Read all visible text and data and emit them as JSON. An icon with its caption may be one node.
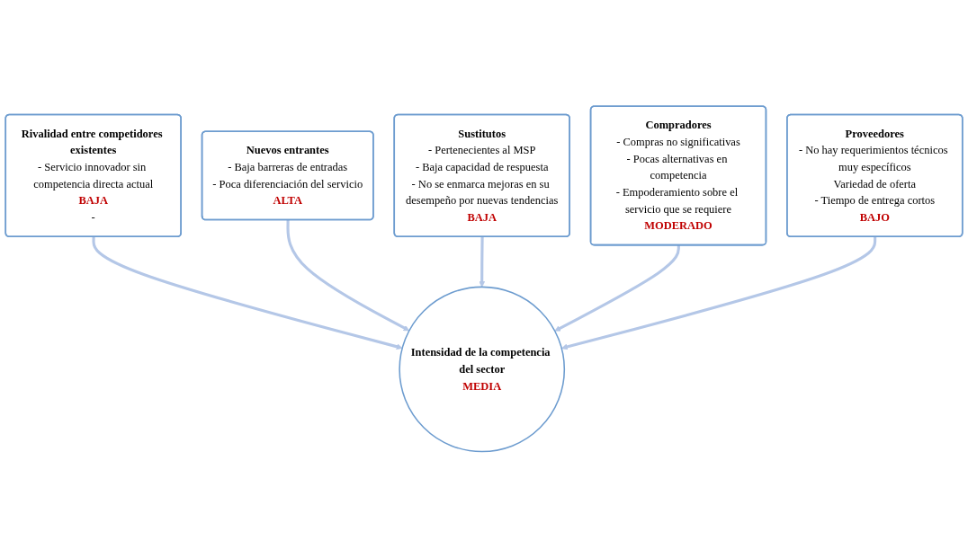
{
  "diagram": {
    "nodes": [
      {
        "text": [
          "Rivalidad entre competidores existentes",
          "- Servicio innovador sin competencia directa actual",
          "BAJA",
          "-"
        ]
      },
      {
        "text": [
          "Nuevos entrantes",
          "- Baja barreras de entradas",
          "- Poca diferenciación del servicio",
          "ALTA"
        ]
      },
      {
        "text": [
          "Sustitutos",
          "- Pertenecientes al MSP",
          "- Baja capacidad de respuesta",
          "- No se enmarca mejoras en su desempeño por nuevas tendencias",
          "BAJA"
        ]
      },
      {
        "text": [
          "Compradores",
          "- Compras no significativas",
          "- Pocas alternativas en competencia",
          "- Empoderamiento sobre el servicio que se requiere",
          "MODERADO"
        ]
      },
      {
        "text": [
          "Intensidad de la competencia del sector",
          "MEDIA"
        ]
      },
      {
        "text": [
          "Proveedores",
          "- No hay requerimientos técnicos muy específicos",
          "Variedad de oferta",
          "- Tiempo de entrega cortos",
          "BAJO"
        ]
      }
    ],
    "edges": [
      {
        "from": 0,
        "to": 4,
        "arrow": "to"
      },
      {
        "from": 1,
        "to": 4,
        "arrow": "to"
      },
      {
        "from": 2,
        "to": 4,
        "arrow": "to"
      },
      {
        "from": 3,
        "to": 4,
        "arrow": "to"
      },
      {
        "from": 5,
        "to": 4,
        "arrow": "to"
      }
    ]
  }
}
